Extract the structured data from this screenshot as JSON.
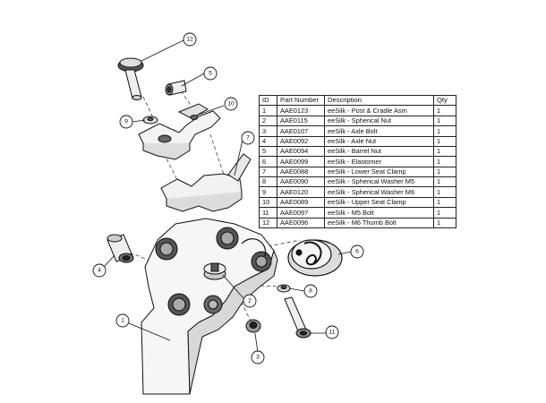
{
  "table": {
    "headers": [
      "ID",
      "Part Number",
      "Description",
      "Qty"
    ],
    "rows": [
      [
        "1",
        "AAE0123",
        "eeSilk - Post & Cradle Asm",
        "1"
      ],
      [
        "2",
        "AAE0115",
        "eeSilk - Spherical Nut",
        "1"
      ],
      [
        "3",
        "AAE0107",
        "eeSilk - Axle Bolt",
        "1"
      ],
      [
        "4",
        "AAE0092",
        "eeSilk - Axle Nut",
        "1"
      ],
      [
        "5",
        "AAE0094",
        "eeSilk - Barrel Nut",
        "1"
      ],
      [
        "6",
        "AAE0099",
        "eeSilk - Elastomer",
        "1"
      ],
      [
        "7",
        "AAE0088",
        "eeSilk - Lower Seat Clamp",
        "1"
      ],
      [
        "8",
        "AAE0090",
        "eeSilk - Spherical Washer M5",
        "1"
      ],
      [
        "9",
        "AAE0120",
        "eeSilk - Spherical Washer M6",
        "1"
      ],
      [
        "10",
        "AAE0089",
        "eeSilk - Upper Seat Clamp",
        "1"
      ],
      [
        "11",
        "AAE0097",
        "eeSilk - M5 Bolt",
        "1"
      ],
      [
        "12",
        "AAE0096",
        "eeSilk - M6 Thumb Bolt",
        "1"
      ]
    ]
  },
  "callouts": [
    "1",
    "2",
    "3",
    "4",
    "5",
    "6",
    "7",
    "8",
    "9",
    "10",
    "11",
    "12"
  ]
}
